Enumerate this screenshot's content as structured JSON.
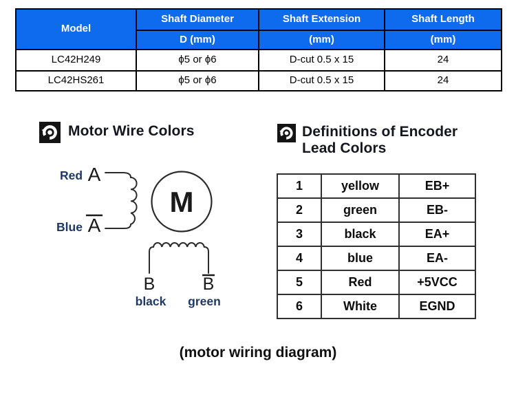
{
  "spec_table": {
    "header": {
      "model": "Model",
      "columns": [
        {
          "line1": "Shaft Diameter",
          "line2": "D (mm)"
        },
        {
          "line1": "Shaft Extension",
          "line2": "(mm)"
        },
        {
          "line1": "Shaft Length",
          "line2": "(mm)"
        }
      ]
    },
    "rows": [
      {
        "model": "LC42H249",
        "diameter": "ϕ5 or ϕ6",
        "extension": "D-cut 0.5 x 15",
        "length": "24"
      },
      {
        "model": "LC42HS261",
        "diameter": "ϕ5 or ϕ6",
        "extension": "D-cut 0.5 x 15",
        "length": "24"
      }
    ]
  },
  "motor_section": {
    "title": "Motor Wire Colors",
    "labels": {
      "phase_a_wire_color": "Red",
      "phase_a": "A",
      "phase_a_bar_wire_color": "Blue",
      "phase_a_bar": "A",
      "motor_symbol": "M",
      "phase_b": "B",
      "phase_b_bar": "B",
      "phase_b_wire_color": "black",
      "phase_b_bar_wire_color": "green"
    }
  },
  "encoder_section": {
    "title_line1": "Definitions of Encoder",
    "title_line2": "Lead Colors",
    "rows": [
      {
        "pin": "1",
        "color": "yellow",
        "signal": "EB+"
      },
      {
        "pin": "2",
        "color": "green",
        "signal": "EB-"
      },
      {
        "pin": "3",
        "color": "black",
        "signal": "EA+"
      },
      {
        "pin": "4",
        "color": "blue",
        "signal": "EA-"
      },
      {
        "pin": "5",
        "color": "Red",
        "signal": "+5VCC"
      },
      {
        "pin": "6",
        "color": "White",
        "signal": "EGND"
      }
    ]
  },
  "caption": "(motor wiring diagram)",
  "colors": {
    "table_header_blue": "#0E6BEE",
    "table_header_text": "#FFFFFF",
    "wire_label_navy": "#1F3864",
    "diagram_stroke": "#2B2B2B",
    "border_black": "#000000"
  }
}
